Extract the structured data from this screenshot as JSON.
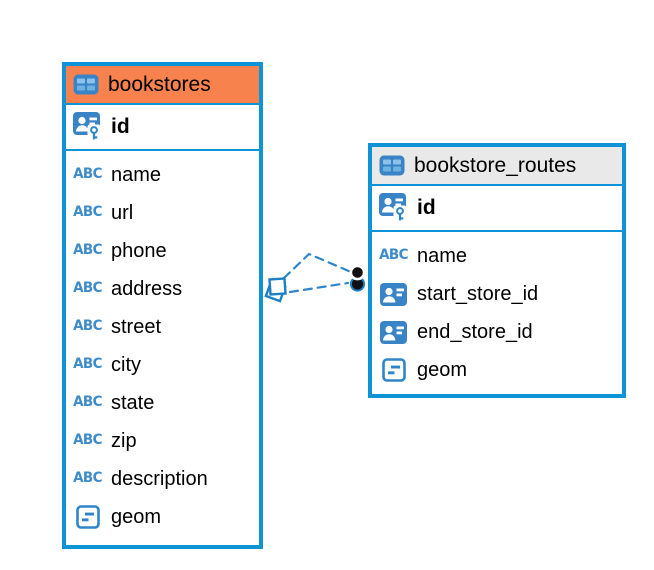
{
  "diagram": {
    "kind": "entity-relationship-diagram",
    "background": "#ffffff"
  },
  "colors": {
    "table_border": "#0D93D6",
    "bookstores_header": "#F8824E",
    "routes_header": "#E9E9E9",
    "relationship_line": "#2E86C8",
    "icon_blue": "#3884C6",
    "text": "#000000"
  },
  "icons": {
    "text_type_glyph": "ABC"
  },
  "tables": [
    {
      "title": "bookstores",
      "primary_key": "id",
      "columns": [
        "name",
        "url",
        "phone",
        "address",
        "street",
        "city",
        "state",
        "zip",
        "description",
        "geom"
      ],
      "column_types": [
        "text",
        "text",
        "text",
        "text",
        "text",
        "text",
        "text",
        "text",
        "text",
        "geometry"
      ]
    },
    {
      "title": "bookstore_routes",
      "primary_key": "id",
      "columns": [
        "name",
        "start_store_id",
        "end_store_id",
        "geom"
      ],
      "column_types": [
        "text",
        "reference",
        "reference",
        "geometry"
      ]
    }
  ],
  "relationship": {
    "from": "bookstores",
    "to": "bookstore_routes",
    "line_style": "dashed",
    "line_count": 2,
    "source_marker": "diamond",
    "target_marker": "dot"
  }
}
